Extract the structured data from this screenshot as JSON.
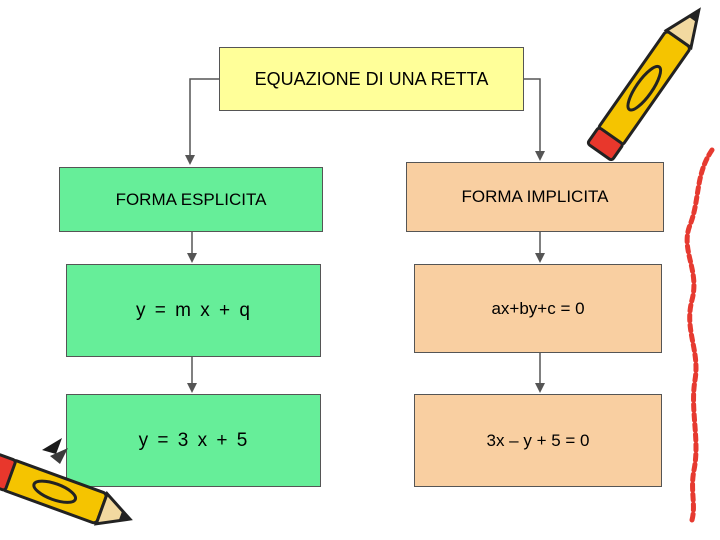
{
  "title": "EQUAZIONE DI UNA RETTA",
  "left": {
    "header": "FORMA ESPLICITA",
    "general": "y = m x + q",
    "example": "y = 3 x + 5"
  },
  "right": {
    "header": "FORMA IMPLICITA",
    "general": "ax+by+c = 0",
    "example": "3x – y + 5 = 0"
  },
  "colors": {
    "title_fill": "#ffff99",
    "green_fill": "#66ee99",
    "peach_fill": "#f9cfa1",
    "connector": "#555555",
    "pencil_yellow": "#f5c400",
    "pencil_red": "#e8372c",
    "pencil_outline": "#222222"
  },
  "decorations": [
    "pencil-icon",
    "pencil-icon",
    "squiggle-line-icon"
  ]
}
